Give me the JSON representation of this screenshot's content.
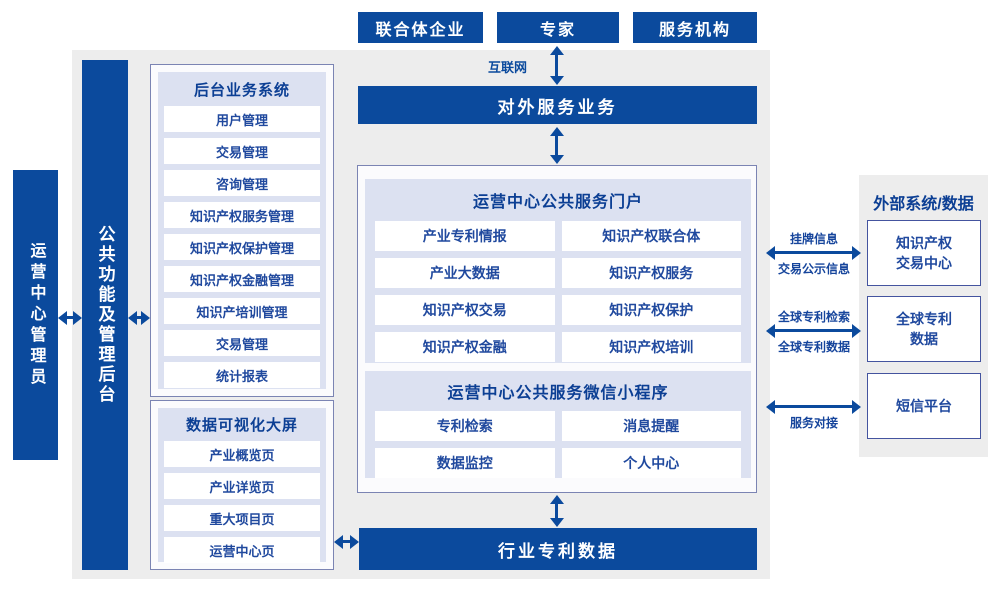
{
  "colors": {
    "primary": "#0b4a9d",
    "lavender": "#dce1f1",
    "panel_gray": "#ededed",
    "text_blue": "#16459c"
  },
  "top_actors": [
    "联合体企业",
    "专家",
    "服务机构"
  ],
  "internet_label": "互联网",
  "external_service_bar": "对外服务业务",
  "left": {
    "admin_role": "运营中心管理员",
    "backend_bar": "公共功能及管理后台"
  },
  "backend_system": {
    "title": "后台业务系统",
    "items": [
      "用户管理",
      "交易管理",
      "咨询管理",
      "知识产权服务管理",
      "知识产权保护管理",
      "知识产权金融管理",
      "知识产培训管理",
      "交易管理",
      "统计报表"
    ]
  },
  "dataviz": {
    "title": "数据可视化大屏",
    "items": [
      "产业概览页",
      "产业详览页",
      "重大项目页",
      "运营中心页"
    ]
  },
  "portal": {
    "title": "运营中心公共服务门户",
    "items": [
      "产业专利情报",
      "知识产权联合体",
      "产业大数据",
      "知识产权服务",
      "知识产权交易",
      "知识产权保护",
      "知识产权金融",
      "知识产权培训"
    ]
  },
  "miniprogram": {
    "title": "运营中心公共服务微信小程序",
    "items": [
      "专利检索",
      "消息提醒",
      "数据监控",
      "个人中心"
    ]
  },
  "industry_patent_bar": "行业专利数据",
  "external_systems": {
    "title": "外部系统/数据",
    "items": [
      "知识产权交易中心",
      "全球专利数据",
      "短信平台"
    ]
  },
  "connections": [
    {
      "label_top": "挂牌信息",
      "label_bottom": "交易公示信息"
    },
    {
      "label_top": "全球专利检索",
      "label_bottom": "全球专利数据"
    },
    {
      "label_top": "",
      "label_bottom": "服务对接"
    }
  ]
}
